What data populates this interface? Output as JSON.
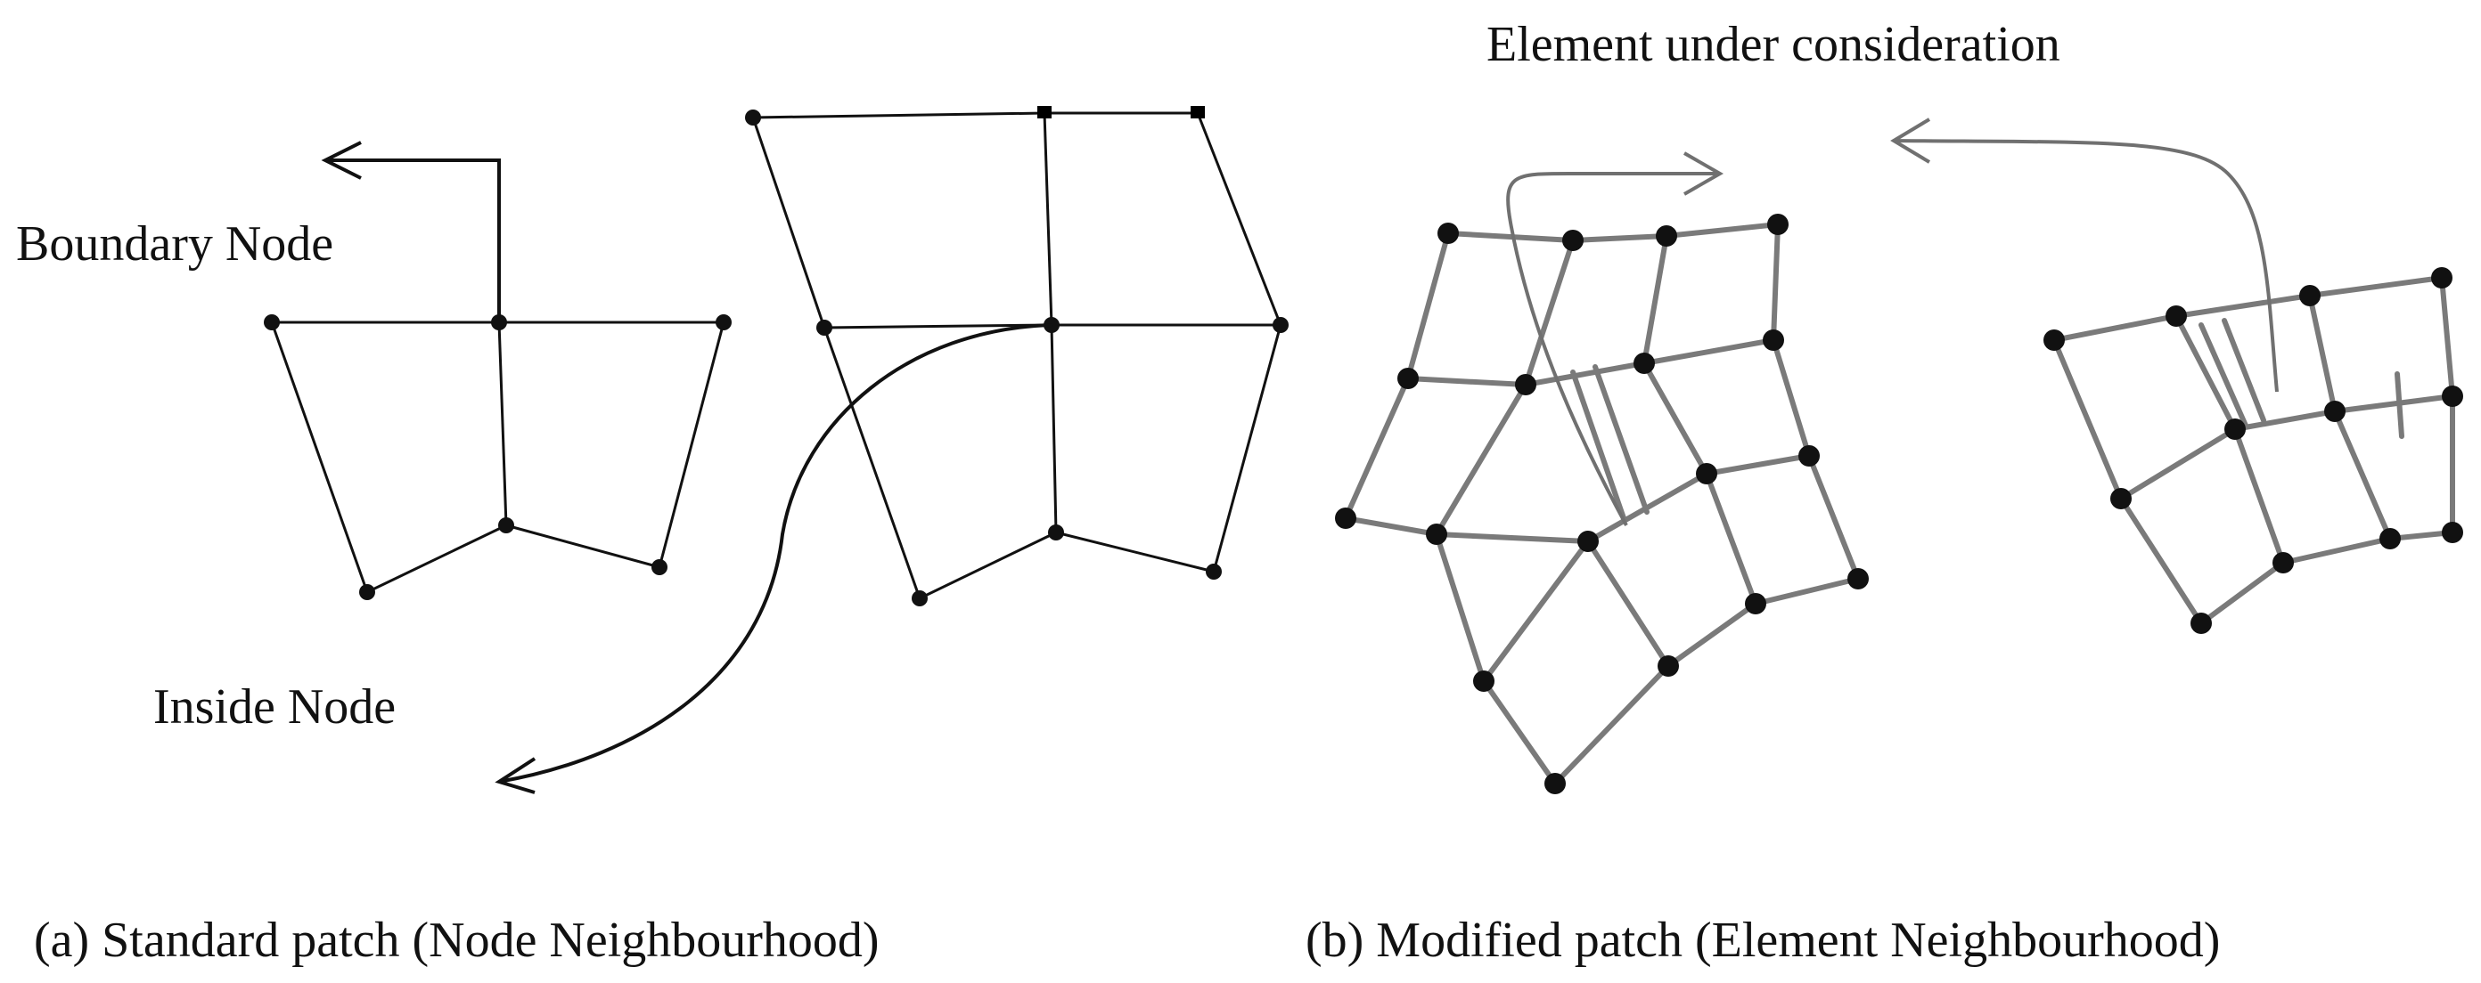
{
  "labels": {
    "boundary_node": "Boundary Node",
    "inside_node": "Inside Node",
    "element_under_consideration": "Element under consideration"
  },
  "captions": {
    "a": "(a) Standard patch (Node Neighbourhood)",
    "b": "(b) Modified patch (Element Neighbourhood)"
  },
  "colors": {
    "mesh_a": "#111111",
    "mesh_b": "#7a7a7a",
    "node": "#111111",
    "text": "#111111"
  }
}
